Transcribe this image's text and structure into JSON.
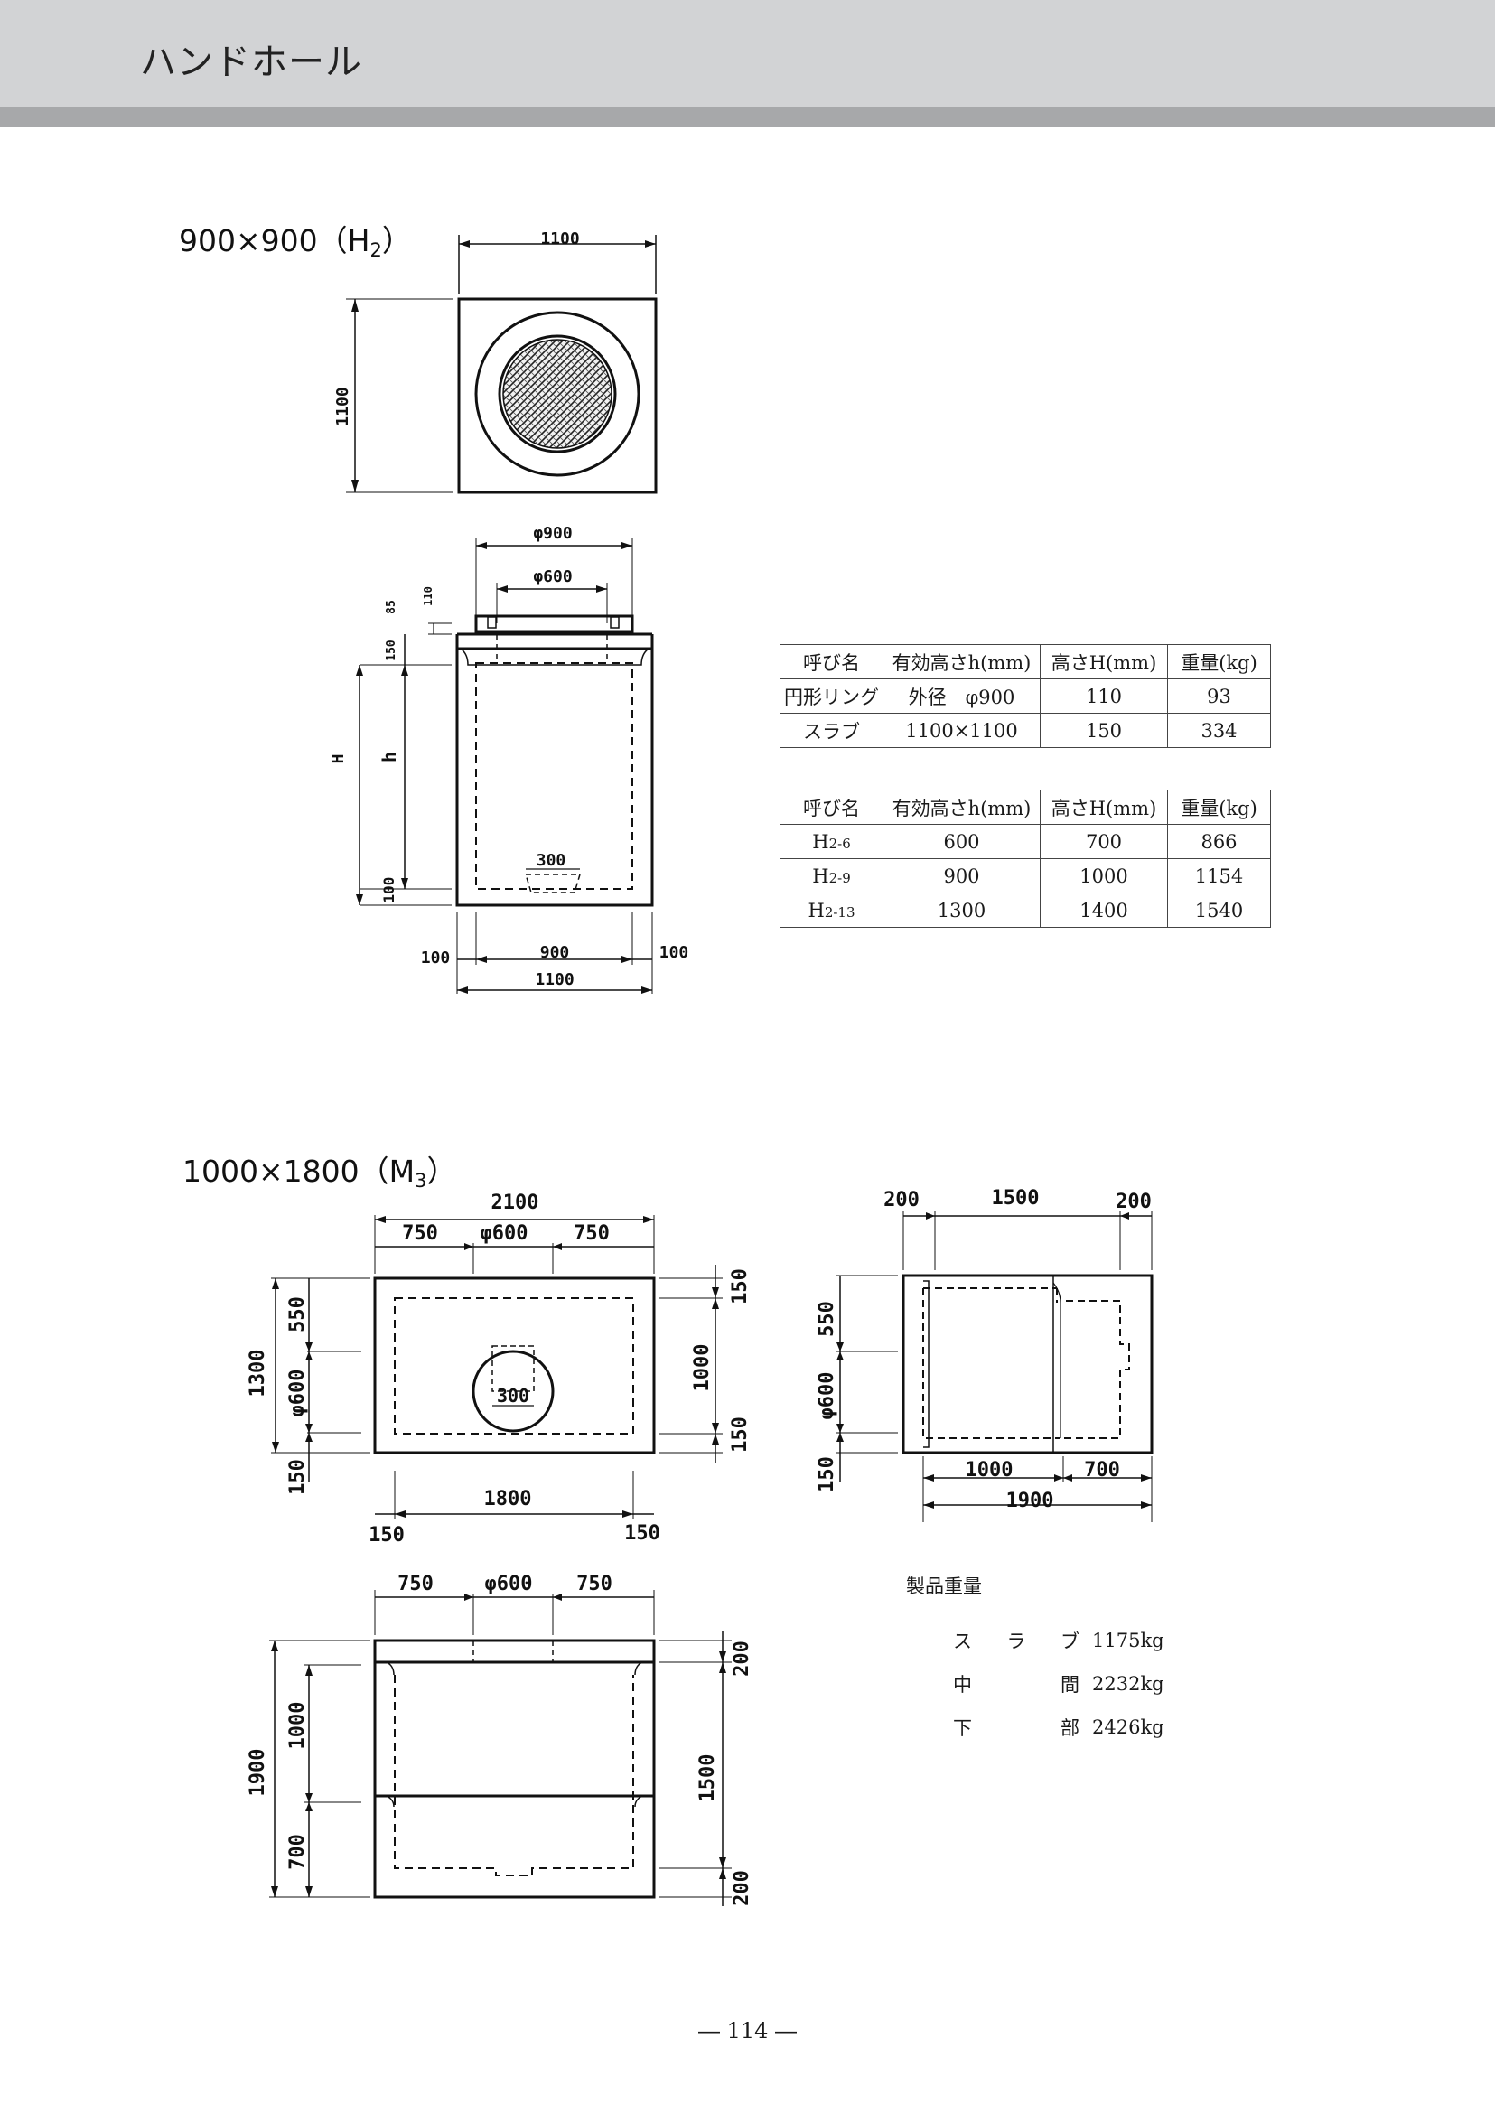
{
  "header": {
    "title": "ハンドホール"
  },
  "sections": {
    "h2": {
      "title_main": "900×900（H",
      "title_sub": "2",
      "title_end": "）",
      "plan_dims": {
        "width": "1100",
        "height": "1100"
      },
      "section_dims": {
        "phi900": "φ900",
        "phi600": "φ600",
        "d85": "85",
        "d110": "110",
        "d150": "150",
        "H": "H",
        "h": "h",
        "d100": "100",
        "d300": "300",
        "left100": "100",
        "d900": "900",
        "right100": "100",
        "d1100": "1100"
      }
    },
    "m3": {
      "title_main": "1000×1800（M",
      "title_sub": "3",
      "title_end": "）",
      "plan_dims": {
        "d2100": "2100",
        "d750a": "750",
        "phi600": "φ600",
        "d750b": "750",
        "d1300": "1300",
        "d550": "550",
        "phi600v": "φ600",
        "d150l": "150",
        "d150r1": "150",
        "d1000": "1000",
        "d150r2": "150",
        "d300": "300",
        "d1800": "1800",
        "b150l": "150",
        "b150r": "150"
      },
      "side_dims": {
        "d200l": "200",
        "d1500": "1500",
        "d200r": "200",
        "d550": "550",
        "phi600": "φ600",
        "d150": "150",
        "d1000": "1000",
        "d700": "700",
        "d1900": "1900"
      },
      "elev_dims": {
        "d750a": "750",
        "phi600": "φ600",
        "d750b": "750",
        "d1900": "1900",
        "d1000": "1000",
        "d700": "700",
        "d200t": "200",
        "d1500": "1500",
        "d200b": "200"
      }
    }
  },
  "table1": {
    "headers": [
      "呼び名",
      "有効高さh(mm)",
      "高さH(mm)",
      "重量(kg)"
    ],
    "rows": [
      [
        "円形リング",
        "外径　φ900",
        "110",
        "93"
      ],
      [
        "スラブ",
        "1100×1100",
        "150",
        "334"
      ]
    ]
  },
  "table2": {
    "headers": [
      "呼び名",
      "有効高さh(mm)",
      "高さH(mm)",
      "重量(kg)"
    ],
    "rows": [
      {
        "name": "H",
        "sub": "2-6",
        "h": "600",
        "H": "700",
        "w": "866"
      },
      {
        "name": "H",
        "sub": "2-9",
        "h": "900",
        "H": "1000",
        "w": "1154"
      },
      {
        "name": "H",
        "sub": "2-13",
        "h": "1300",
        "H": "1400",
        "w": "1540"
      }
    ]
  },
  "weights": {
    "title": "製品重量",
    "items": [
      {
        "c": [
          "ス",
          "ラ",
          "ブ"
        ],
        "value": "1175kg"
      },
      {
        "c": [
          "中",
          "",
          "間"
        ],
        "value": "2232kg"
      },
      {
        "c": [
          "下",
          "",
          "部"
        ],
        "value": "2426kg"
      }
    ]
  },
  "page_number": "― 114 ―"
}
